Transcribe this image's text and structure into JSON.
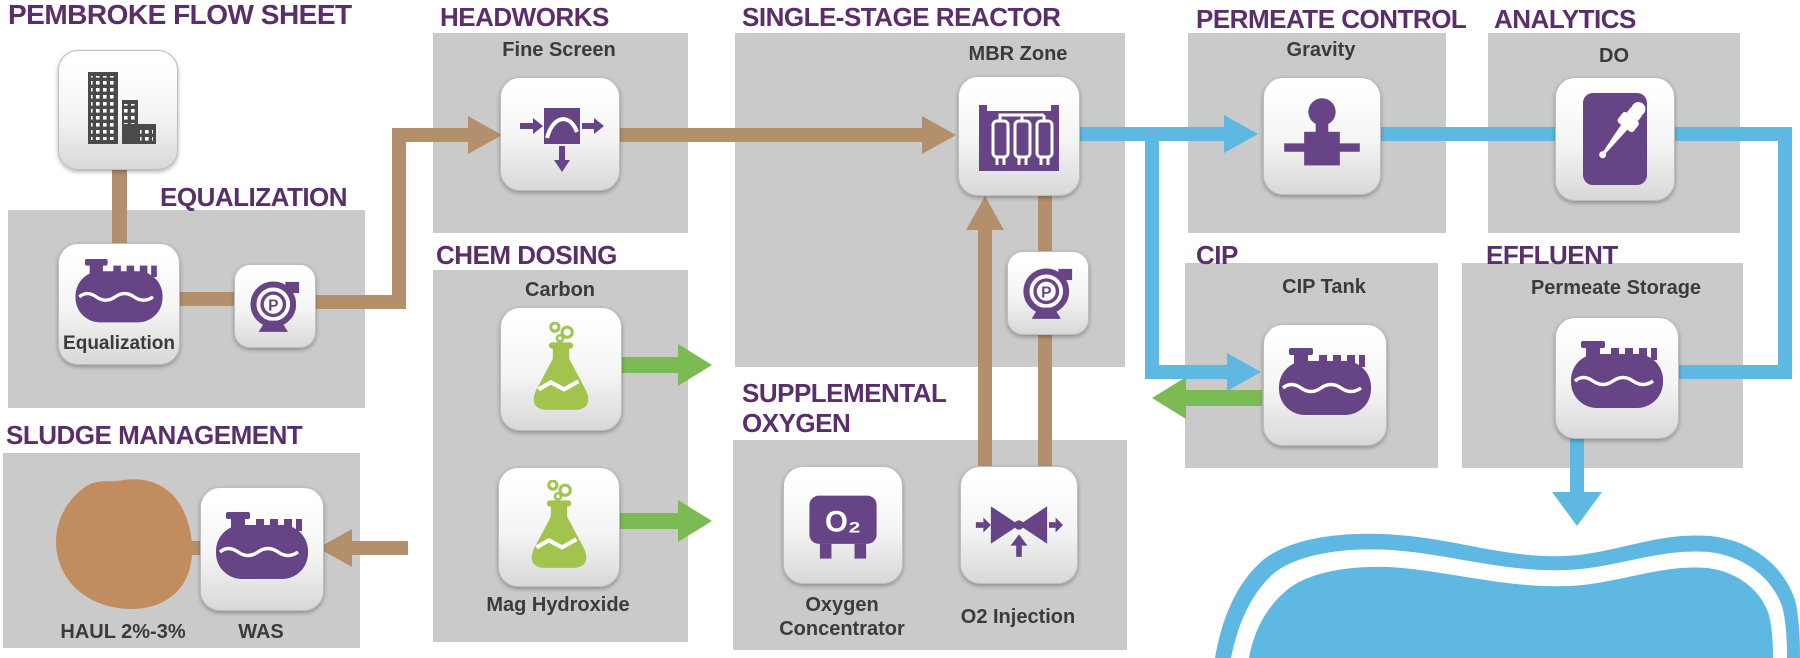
{
  "title": "PEMBROKE FLOW SHEET",
  "sections": {
    "headworks": "HEADWORKS",
    "single_stage_reactor": "SINGLE-STAGE REACTOR",
    "permeate_control": "PERMEATE CONTROL",
    "analytics": "ANALYTICS",
    "equalization": "EQUALIZATION",
    "chem_dosing": "CHEM DOSING",
    "supplemental_oxygen_line1": "SUPPLEMENTAL",
    "supplemental_oxygen_line2": "OXYGEN",
    "cip": "CIP",
    "effluent": "EFFLUENT",
    "sludge_management": "SLUDGE MANAGEMENT"
  },
  "nodes": {
    "equalization_tank": "Equalization",
    "fine_screen": "Fine Screen",
    "carbon": "Carbon",
    "mag_hydroxide": "Mag Hydroxide",
    "mbr_zone": "MBR Zone",
    "oxygen_concentrator_line1": "Oxygen",
    "oxygen_concentrator_line2": "Concentrator",
    "o2_injection": "O2 Injection",
    "gravity": "Gravity",
    "cip_tank": "CIP Tank",
    "dissolved_oxygen": "DO",
    "permeate_storage": "Permeate Storage",
    "was": "WAS",
    "haul": "HAUL 2%-3%"
  },
  "icon_text": {
    "pump": "P",
    "o2": "O₂"
  },
  "colors": {
    "header_purple": "#5a2e6b",
    "icon_purple": "#664486",
    "line_brown": "#b3906b",
    "arrow_green": "#7cbb54",
    "flask_green": "#a2c44f",
    "line_blue": "#5fb8e2",
    "panel_gray": "#cacaca",
    "label_gray": "#3b3b3b",
    "sludge_brown": "#c18d5f"
  }
}
